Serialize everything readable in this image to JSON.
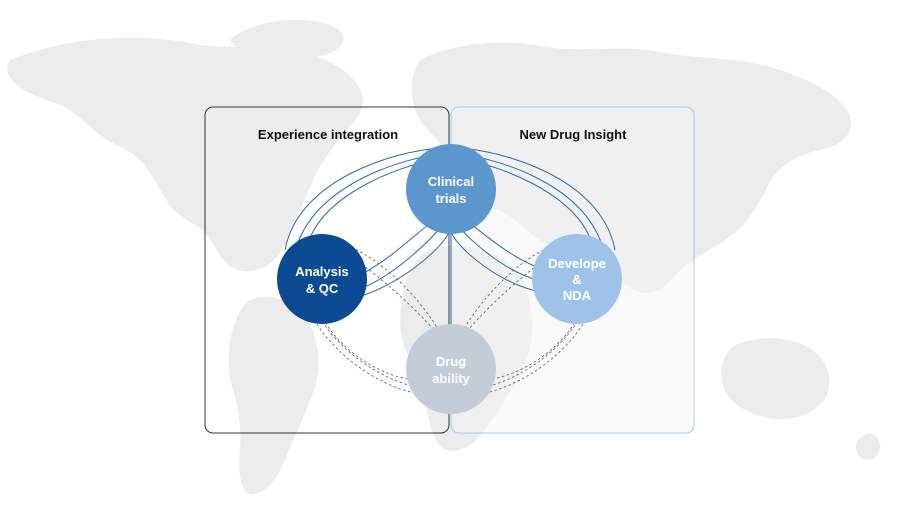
{
  "panels": {
    "left": {
      "title": "Experience integration"
    },
    "right": {
      "title": "New Drug Insight"
    }
  },
  "nodes": {
    "clinical": {
      "line1": "Clinical",
      "line2": "trials"
    },
    "analysis": {
      "line1": "Analysis",
      "line2": "& QC"
    },
    "develope": {
      "line1": "Develope",
      "line2": "&",
      "line3": "NDA"
    },
    "drug": {
      "line1": "Drug",
      "line2": "ability"
    }
  },
  "colors": {
    "clinical": "#5b96cc",
    "analysis": "#0d4a94",
    "develope": "#9fc3e8",
    "drug": "#c3ccd7",
    "connector": "#2e6aa8",
    "dashed": "#666666",
    "left_border": "#333333",
    "right_border": "#a9c6e4",
    "map": "#ececec",
    "right_panel_bg": "#f4f4f4"
  }
}
